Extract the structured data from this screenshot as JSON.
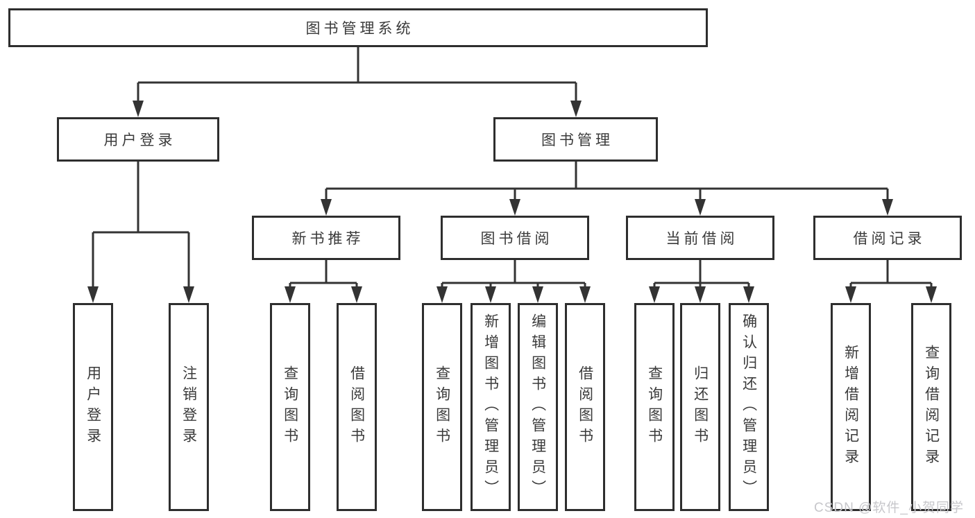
{
  "nodes": {
    "root": "图书管理系统",
    "user_login": "用户登录",
    "book_management": "图书管理",
    "new_book_recommend": "新书推荐",
    "book_borrow": "图书借阅",
    "current_borrow": "当前借阅",
    "borrow_records": "借阅记录",
    "leaves": {
      "user": [
        "用户登录",
        "注销登录"
      ],
      "recommend": [
        "查询图书",
        "借阅图书"
      ],
      "borrow": [
        "查询图书",
        "新增图书（管理员）",
        "编辑图书（管理员）",
        "借阅图书"
      ],
      "current": [
        "查询图书",
        "归还图书",
        "确认归还（管理员）"
      ],
      "records": [
        "新增借阅记录",
        "查询借阅记录"
      ]
    }
  },
  "watermark": "CSDN @软件_小贺同学",
  "colors": {
    "line": "#333333",
    "border": "#2e2e2e",
    "text": "#3a3a3a",
    "watermark": "#c7c7cb",
    "background": "#ffffff"
  }
}
